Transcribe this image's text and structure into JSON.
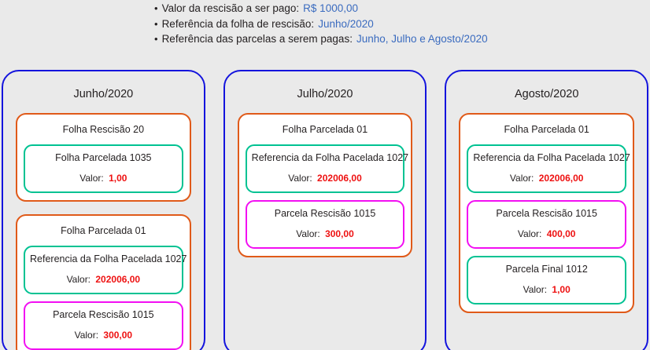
{
  "header": {
    "bullet_glyph": "•",
    "notes": [
      {
        "label": "Valor da rescisão a ser pago:",
        "value": "R$ 1000,00"
      },
      {
        "label": "Referência da folha de rescisão:",
        "value": "Junho/2020"
      },
      {
        "label": "Referência das parcelas a serem pagas:",
        "value": "Junho, Julho e Agosto/2020"
      }
    ]
  },
  "colors": {
    "background": "#eaeaea",
    "panel_border": "#1414dd",
    "group_border": "#e05a19",
    "teal_border": "#00c292",
    "magenta_border": "#f20ff2",
    "value_red": "#ee1111",
    "accent_blue": "#3a6bbf",
    "text": "#231f20",
    "card_background": "#ffffff"
  },
  "value_label": "Valor:",
  "panels": [
    {
      "title": "Junho/2020",
      "groups": [
        {
          "title": "Folha Rescisão 20",
          "items": [
            {
              "style": "teal",
              "title": "Folha Parcelada 1035",
              "value": "1,00"
            }
          ]
        },
        {
          "title": "Folha Parcelada 01",
          "items": [
            {
              "style": "teal",
              "title": "Referencia da Folha Pacelada 1027",
              "value": "202006,00"
            },
            {
              "style": "magenta",
              "title": "Parcela Rescisão 1015",
              "value": "300,00"
            }
          ]
        }
      ]
    },
    {
      "title": "Julho/2020",
      "groups": [
        {
          "title": "Folha Parcelada 01",
          "items": [
            {
              "style": "teal",
              "title": "Referencia da Folha Pacelada 1027",
              "value": "202006,00"
            },
            {
              "style": "magenta",
              "title": "Parcela Rescisão 1015",
              "value": "300,00"
            }
          ]
        }
      ]
    },
    {
      "title": "Agosto/2020",
      "groups": [
        {
          "title": "Folha Parcelada 01",
          "items": [
            {
              "style": "teal",
              "title": "Referencia da Folha Pacelada 1027",
              "value": "202006,00"
            },
            {
              "style": "magenta",
              "title": "Parcela Rescisão 1015",
              "value": "400,00"
            },
            {
              "style": "teal",
              "title": "Parcela Final 1012",
              "value": "1,00"
            }
          ]
        }
      ]
    }
  ]
}
